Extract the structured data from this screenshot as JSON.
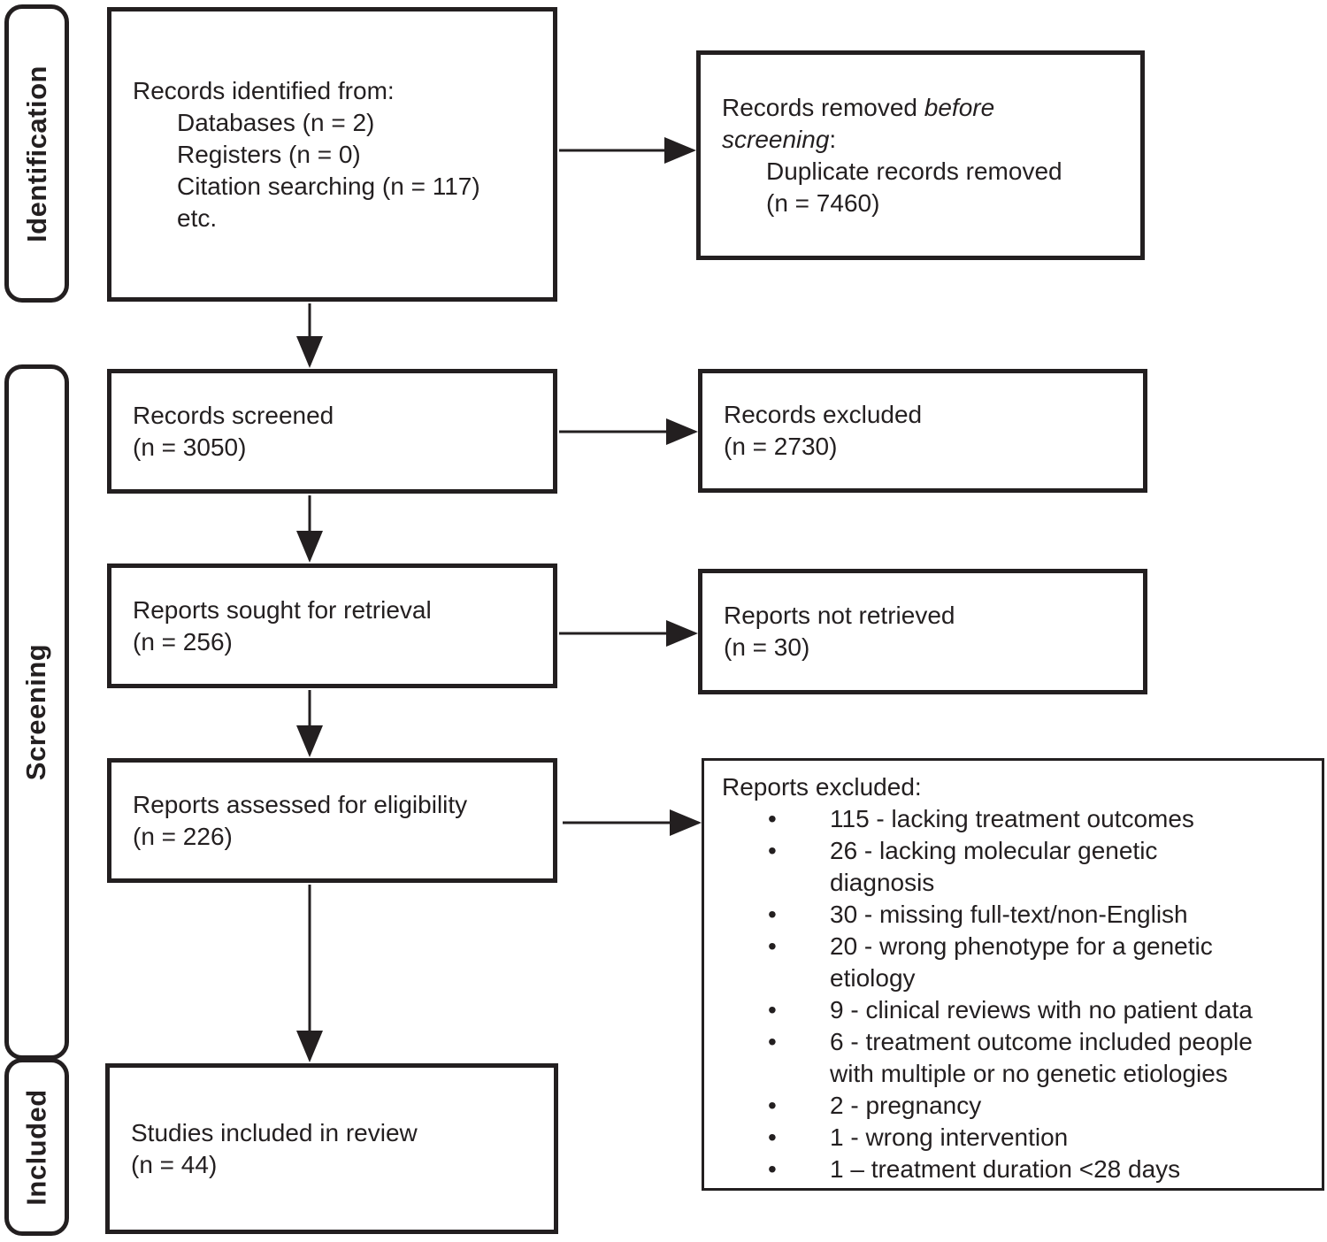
{
  "palette": {
    "ink": "#231f20",
    "background": "#ffffff"
  },
  "stages": {
    "identification": "Identification",
    "screening": "Screening",
    "included": "Included"
  },
  "boxes": {
    "identified": {
      "title": "Records identified from:",
      "sub_lines": [
        "Databases (n = 2)",
        "Registers (n = 0)",
        "Citation searching (n = 117)",
        "etc."
      ]
    },
    "removed": {
      "line1_normal": "Records removed ",
      "line1_italic": "before",
      "line2_italic": "screening",
      "line2_suffix": ":",
      "sub_lines": [
        "Duplicate records removed",
        "(n = 7460)"
      ]
    },
    "screened": {
      "lines": [
        "Records screened",
        "(n = 3050)"
      ]
    },
    "records_excluded": {
      "lines": [
        "Records excluded",
        "(n = 2730)"
      ]
    },
    "sought": {
      "lines": [
        "Reports sought for retrieval",
        "(n = 256)"
      ]
    },
    "not_retrieved": {
      "lines": [
        "Reports not retrieved",
        "(n = 30)"
      ]
    },
    "assessed": {
      "lines": [
        "Reports assessed for eligibility",
        "(n = 226)"
      ]
    },
    "reports_excluded": {
      "title": "Reports excluded:",
      "items": [
        [
          "115 - lacking treatment outcomes"
        ],
        [
          "26 - lacking molecular genetic",
          "diagnosis"
        ],
        [
          "30 - missing full-text/non-English"
        ],
        [
          "20 - wrong phenotype for a genetic",
          "etiology"
        ],
        [
          "9 - clinical reviews with no patient data"
        ],
        [
          "6 - treatment outcome included people",
          "with multiple or no genetic etiologies"
        ],
        [
          "2 - pregnancy"
        ],
        [
          "1 - wrong intervention"
        ],
        [
          "1 – treatment duration <28 days"
        ]
      ]
    },
    "included_studies": {
      "lines": [
        "Studies included in review",
        "(n = 44)"
      ]
    }
  }
}
